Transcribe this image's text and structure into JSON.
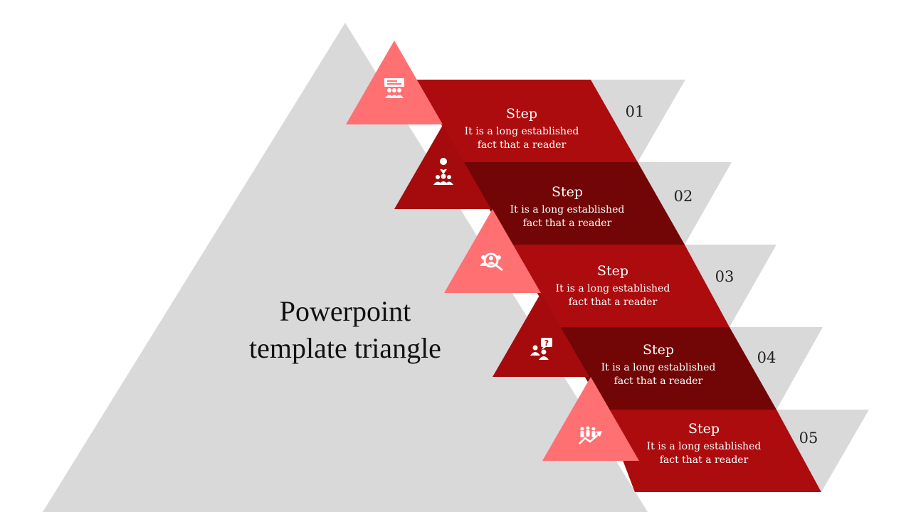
{
  "title_line1": "Powerpoint",
  "title_line2": "template triangle",
  "colors": {
    "background_triangle": "#d9d9d9",
    "red_bright": "#ac0c0e",
    "red_dark": "#720606",
    "triangle_pink": "#ff7073",
    "triangle_red": "#a50b0d",
    "icon": "#ffffff"
  },
  "steps": [
    {
      "title": "Step",
      "line1": "It is a long established",
      "line2": "fact that a reader",
      "number": "01",
      "icon": "presentation-audience-icon"
    },
    {
      "title": "Step",
      "line1": "It is a long established",
      "line2": "fact that a reader",
      "number": "02",
      "icon": "team-location-pin-icon"
    },
    {
      "title": "Step",
      "line1": "It is a long established",
      "line2": "fact that a reader",
      "number": "03",
      "icon": "team-search-magnifier-icon"
    },
    {
      "title": "Step",
      "line1": "It is a long established",
      "line2": "fact that a reader",
      "number": "04",
      "icon": "person-question-icon"
    },
    {
      "title": "Step",
      "line1": "It is a long established",
      "line2": "fact that a reader",
      "number": "05",
      "icon": "team-growth-arrow-icon"
    }
  ]
}
